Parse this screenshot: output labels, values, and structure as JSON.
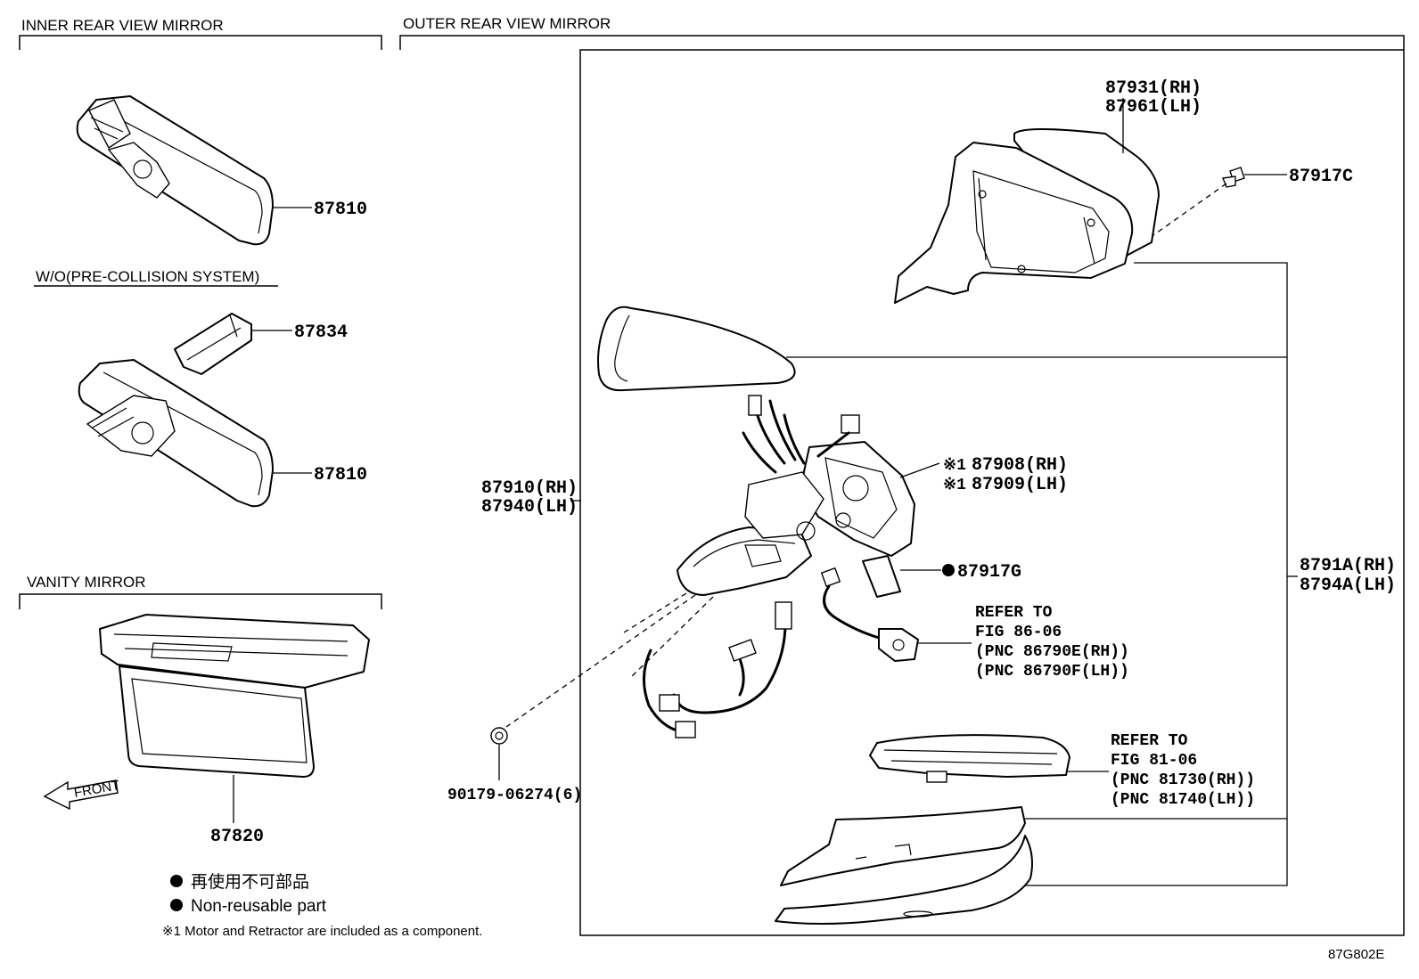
{
  "sections": {
    "inner": "INNER REAR VIEW MIRROR",
    "outer": "OUTER REAR VIEW MIRROR",
    "wo_pcs": "W/O(PRE-COLLISION SYSTEM)",
    "vanity": "VANITY MIRROR"
  },
  "parts": {
    "p87810a": "87810",
    "p87834": "87834",
    "p87810b": "87810",
    "p87820": "87820",
    "front": "FRONT",
    "p87931": "87931(RH)",
    "p87961": "87961(LH)",
    "p87917c": "87917C",
    "p87908": "87908(RH)",
    "p87909": "87909(LH)",
    "mark1": "※1",
    "p87917g": "87917G",
    "p87910": "87910(RH)",
    "p87940": "87940(LH)",
    "p8791a": "8791A(RH)",
    "p8794a": "8794A(LH)",
    "p90179": "90179-06274(6)",
    "ref1": [
      "REFER TO",
      "FIG 86-06",
      "(PNC 86790E(RH))",
      "(PNC 86790F(LH))"
    ],
    "ref2": [
      "REFER TO",
      "FIG 81-06",
      "(PNC 81730(RH))",
      "(PNC 81740(LH))"
    ]
  },
  "legend": {
    "jp": "再使用不可部品",
    "en": "Non-reusable part",
    "note": "※1 Motor and Retractor are included as a component."
  },
  "figure_id": "87G802E"
}
